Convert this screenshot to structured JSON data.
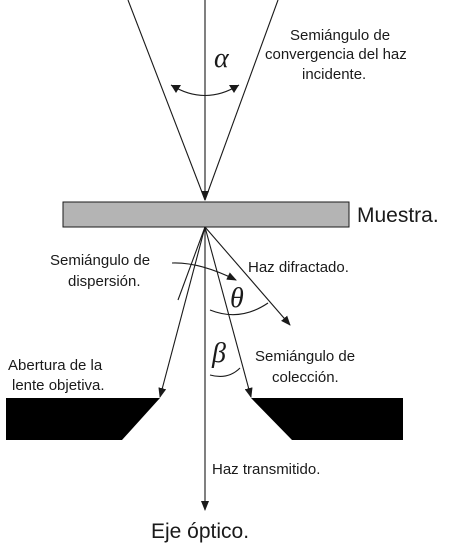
{
  "labels": {
    "convergence_line1": "Semiángulo de",
    "convergence_line2": "convergencia del haz",
    "convergence_line3": "incidente.",
    "specimen": "Muestra.",
    "scattering_line1": "Semiángulo de",
    "scattering_line2": "dispersión.",
    "diffracted": "Haz difractado.",
    "aperture_line1": "Abertura de la",
    "aperture_line2": "lente objetiva.",
    "collection_line1": "Semiángulo de",
    "collection_line2": "colección.",
    "transmitted": "Haz transmitido.",
    "optical_axis": "Eje óptico."
  },
  "symbols": {
    "alpha": "α",
    "theta": "θ",
    "beta": "β"
  },
  "colors": {
    "line": "#1a1a1a",
    "specimen_fill": "#b4b4b4",
    "aperture_fill": "#000000",
    "background": "#ffffff"
  }
}
